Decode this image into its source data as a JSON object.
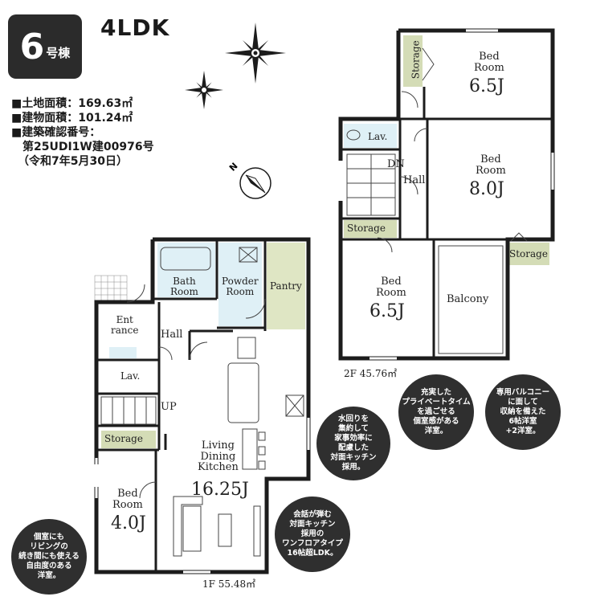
{
  "header": {
    "building_number": "6",
    "building_suffix": "号棟",
    "plan_type": "4LDK"
  },
  "info": {
    "land_area": "■土地面積：169.63㎡",
    "building_area": "■建物面積：101.24㎡",
    "confirmation_label": "■建築確認番号：",
    "confirmation_number": "第25UDI1W建00976号",
    "confirmation_date": "（令和7年5月30日）"
  },
  "floor1": {
    "area_label": "1F  55.48㎡",
    "rooms": {
      "bath": [
        "Bath",
        "Room"
      ],
      "powder": [
        "Powder",
        "Room"
      ],
      "pantry": "Pantry",
      "entrance": [
        "Ent",
        "rance"
      ],
      "hall": "Hall",
      "lav": "Lav.",
      "up": "UP",
      "storage": "Storage",
      "ldk": [
        "Living",
        "Dining",
        "Kitchen"
      ],
      "ldk_size": "16.25J",
      "bed": [
        "Bed",
        "Room"
      ],
      "bed_size": "4.0J"
    }
  },
  "floor2": {
    "area_label": "2F  45.76㎡",
    "rooms": {
      "storage_top": "Storage",
      "bed_top": [
        "Bed",
        "Room"
      ],
      "bed_top_size": "6.5J",
      "lav": "Lav.",
      "dn": "DN",
      "hall": "Hall",
      "bed_right": [
        "Bed",
        "Room"
      ],
      "bed_right_size": "8.0J",
      "storage_mid": "Storage",
      "storage_right": "Storage",
      "bed_left": [
        "Bed",
        "Room"
      ],
      "bed_left_size": "6.5J",
      "balcony": "Balcony"
    }
  },
  "bubbles": [
    {
      "lines": [
        "個室にも",
        "リビングの",
        "続き間にも使える",
        "自由度のある",
        "洋室。"
      ]
    },
    {
      "lines": [
        "会話が弾む",
        "対面キッチン",
        "採用の",
        "ワンフロアタイプ",
        "16帖超LDK。"
      ]
    },
    {
      "lines": [
        "水回りを",
        "集約して",
        "家事効率に",
        "配慮した",
        "対面キッチン",
        "採用。"
      ]
    },
    {
      "lines": [
        "充実した",
        "プライベートタイム",
        "を過ごせる",
        "個室感がある",
        "洋室。"
      ]
    },
    {
      "lines": [
        "専用バルコニー",
        "に面して",
        "収納を備えた",
        "6帖洋室",
        "+2洋室。"
      ]
    }
  ],
  "colors": {
    "wall": "#1c1c1c",
    "wet_area": "#dff0f6",
    "pantry": "#dfe6c4",
    "storage": "#d4dcb6",
    "bubble": "#2f2f2f"
  },
  "icons": [
    "compass-star-icon",
    "north-arrow-icon"
  ]
}
